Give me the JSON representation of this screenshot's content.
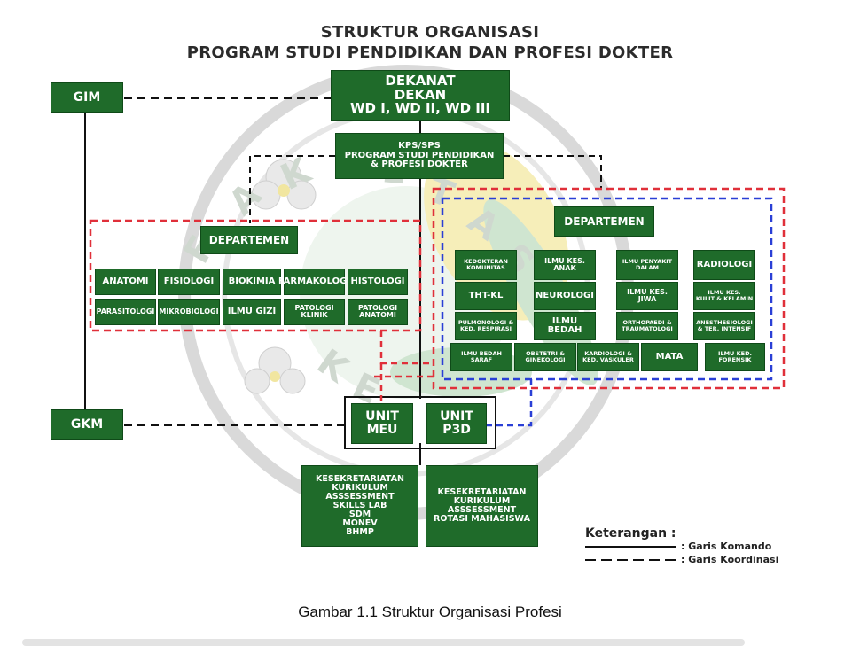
{
  "title": {
    "line1": "STRUKTUR ORGANISASI",
    "line2": "PROGRAM STUDI PENDIDIKAN DAN PROFESI DOKTER"
  },
  "watermark": {
    "letters": [
      "F",
      "A",
      "K",
      "U",
      "L",
      "T",
      "A",
      "S",
      "K",
      "E"
    ]
  },
  "nodes": {
    "dekanat": "DEKANAT\nDEKAN\nWD I, WD II, WD III",
    "kps": "KPS/SPS\nPROGRAM STUDI PENDIDIKAN\n& PROFESI DOKTER",
    "gim": "GIM",
    "gkm": "GKM",
    "departemen_left": "DEPARTEMEN",
    "departemen_right": "DEPARTEMEN",
    "unit_meu": "UNIT\nMEU",
    "unit_p3d": "UNIT\nP3D",
    "sekretariat_meu": "KESEKRETARIATAN\nKURIKULUM\nASSSESSMENT\nSKILLS LAB\nSDM\nMONEV\nBHMP",
    "sekretariat_p3d": "KESEKRETARIATAN\nKURIKULUM\nASSSESSMENT\nROTASI MAHASISWA"
  },
  "left_departments": [
    "ANATOMI",
    "FISIOLOGI",
    "BIOKIMIA",
    "FARMAKOLOGI",
    "HISTOLOGI",
    "PARASITOLOGI",
    "MIKROBIOLOGI",
    "ILMU GIZI",
    "PATOLOGI\nKLINIK",
    "PATOLOGI\nANATOMI"
  ],
  "right_departments": [
    "KEDOKTERAN\nKOMUNITAS",
    "ILMU KES.\nANAK",
    "ILMU PENYAKIT\nDALAM",
    "RADIOLOGI",
    "THT-KL",
    "NEUROLOGI",
    "ILMU KES.\nJIWA",
    "ILMU KES.\nKULIT & KELAMIN",
    "PULMONOLOGI &\nKED. RESPIRASI",
    "ILMU BEDAH",
    "ORTHOPAEDI &\nTRAUMATOLOGI",
    "ANESTHESIOLOGI\n& TER. INTENSIF",
    "ILMU BEDAH\nSARAF",
    "OBSTETRI &\nGINEKOLOGI",
    "KARDIOLOGI &\nKED. VASKULER",
    "MATA",
    "ILMU KED.\nFORENSIK"
  ],
  "legend": {
    "title": "Keterangan :",
    "komando": ": Garis Komando",
    "koordinasi": ": Garis Koordinasi"
  },
  "caption": "Gambar 1.1 Struktur Organisasi Profesi",
  "colors": {
    "box": "#1f6b2a",
    "red_dash": "#e0303a",
    "blue_dash": "#2a3fd6",
    "watermark_green": "#bfdcc0",
    "watermark_yellow": "#f3e7a0"
  }
}
